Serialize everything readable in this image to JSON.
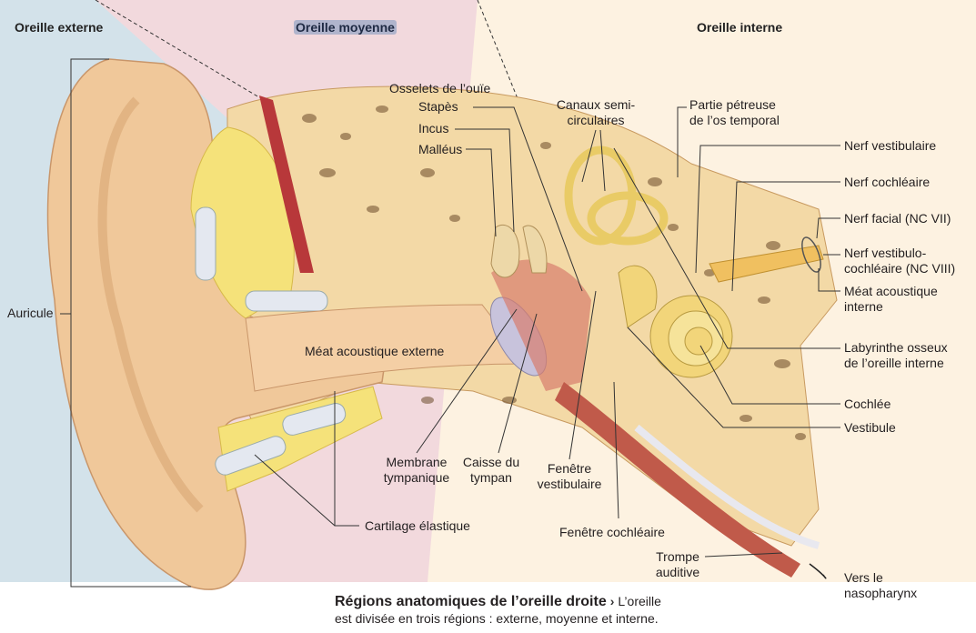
{
  "regions": {
    "external": "Oreille externe",
    "middle": "Oreille moyenne",
    "internal": "Oreille interne"
  },
  "labels": {
    "auricule": "Auricule",
    "ossicles": "Osselets de l’ouïe",
    "stapes": "Stapès",
    "incus": "Incus",
    "malleus": "Malléus",
    "semicircular_1": "Canaux semi-",
    "semicircular_2": "circulaires",
    "petrous_1": "Partie pétreuse",
    "petrous_2": "de l’os temporal",
    "vestibular_nerve": "Nerf vestibulaire",
    "cochlear_nerve": "Nerf cochléaire",
    "facial_nerve": "Nerf facial (NC VII)",
    "vc_nerve_1": "Nerf vestibulo-",
    "vc_nerve_2": "cochléaire (NC VIII)",
    "internal_meatus_1": "Méat acoustique",
    "internal_meatus_2": "interne",
    "labyrinth_1": "Labyrinthe osseux",
    "labyrinth_2": "de l’oreille interne",
    "cochlea": "Cochlée",
    "vestibule": "Vestibule",
    "external_meatus": "Méat acoustique externe",
    "tympanic_1": "Membrane",
    "tympanic_2": "tympanique",
    "cavity_1": "Caisse du",
    "cavity_2": "tympan",
    "oval_window_1": "Fenêtre",
    "oval_window_2": "vestibulaire",
    "round_window": "Fenêtre cochléaire",
    "cartilage": "Cartilage élastique",
    "auditory_tube_1": "Trompe",
    "auditory_tube_2": "auditive",
    "nasopharynx_1": "Vers le",
    "nasopharynx_2": "nasopharynx"
  },
  "caption": {
    "title": "Régions anatomiques de l’oreille droite",
    "text_1": "L’oreille",
    "text_2": "est divisée en trois régions : externe, moyenne et interne."
  },
  "colors": {
    "external_bg": "#d3e2ea",
    "middle_bg": "#f2d9dd",
    "internal_bg": "#fdf2e1",
    "skin": "#f0c89a",
    "bone": "#f6dfb0",
    "cartilage": "#f5e27a"
  }
}
